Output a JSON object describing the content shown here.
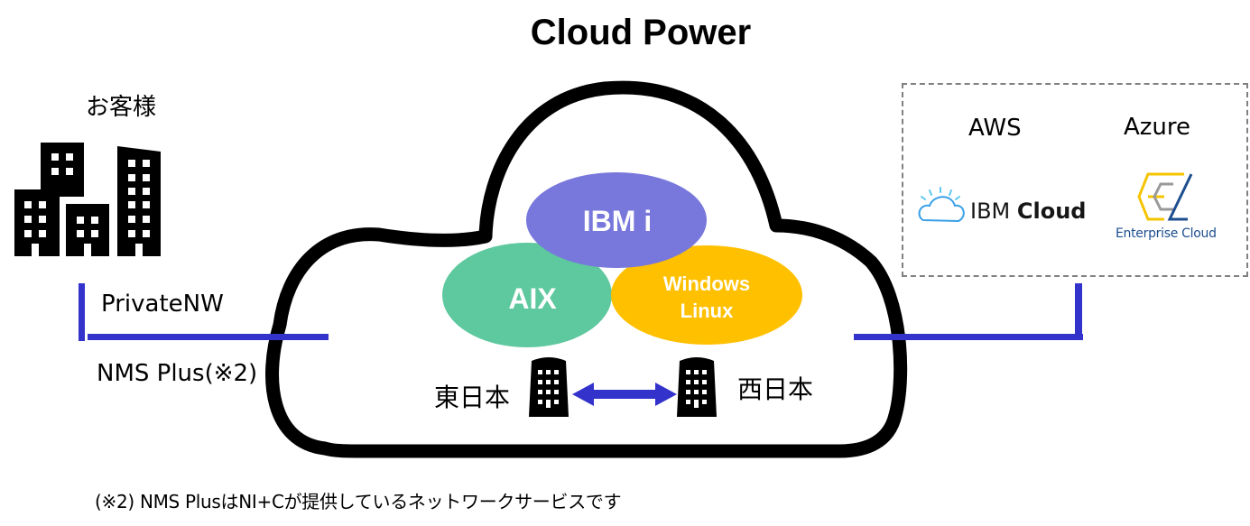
{
  "title": "Cloud Power",
  "customer": {
    "label": "お客様",
    "icon": "office-buildings-icon"
  },
  "connections": {
    "private_nw_label": "PrivateNW",
    "nms_plus_label": "NMS Plus(※2)",
    "line_color": "#3333cc"
  },
  "cloud": {
    "outline_icon": "cloud-outline-icon",
    "os_ovals": [
      {
        "label": "IBM i",
        "color": "#7878dc"
      },
      {
        "label": "AIX",
        "color": "#5ec89e"
      },
      {
        "label_line1": "Windows",
        "label_line2": "Linux",
        "color": "#ffc000"
      }
    ],
    "regions": {
      "east_label": "東日本",
      "west_label": "西日本",
      "icon": "datacenter-building-icon",
      "link_icon": "double-arrow-icon"
    }
  },
  "providers": {
    "aws_label": "AWS",
    "azure_label": "Azure",
    "ibm_cloud": {
      "prefix": "IBM",
      "suffix": "Cloud",
      "icon": "ibm-cloud-logo-icon"
    },
    "enterprise_cloud": {
      "label": "Enterprise Cloud",
      "icon": "enterprise-cloud-logo-icon"
    }
  },
  "footnote": "(※2) NMS PlusはNI+Cが提供しているネットワークサービスです"
}
